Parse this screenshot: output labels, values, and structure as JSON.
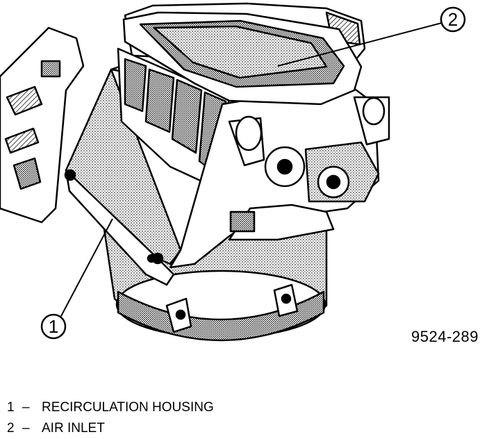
{
  "callouts": [
    {
      "number": "1"
    },
    {
      "number": "2"
    }
  ],
  "figure_id": "9524-289",
  "legend": [
    {
      "number": "1",
      "separator": "–",
      "label": "RECIRCULATION HOUSING"
    },
    {
      "number": "2",
      "separator": "–",
      "label": "AIR INLET"
    }
  ]
}
